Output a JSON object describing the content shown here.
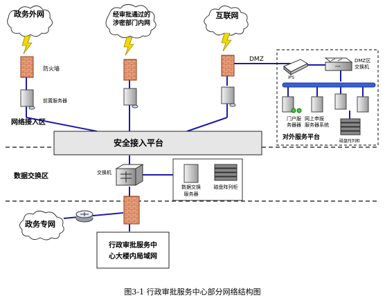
{
  "clouds": {
    "gov_extranet": "政务外网",
    "secret_internal": [
      "经审批通过的",
      "涉密部门内网"
    ],
    "internet": "互联网",
    "gov_private": "政务专网"
  },
  "labels": {
    "firewall": "防火墙",
    "front_server": "前置服务器",
    "network_access_zone": "网络接入区",
    "security_platform": "安全接入平台",
    "data_exchange_zone": "数据交换区",
    "switch": "交换机",
    "data_exchange_server": [
      "数据交换",
      "服务器"
    ],
    "disk_array": "磁盘阵列柜",
    "dmz": "DMZ",
    "ips": "IPS",
    "dmz_switch": [
      "DMZ区",
      "交换机"
    ],
    "portal_server": [
      "门户服",
      "务器器"
    ],
    "online_declare": [
      "网上申报",
      "服务器系统"
    ],
    "external_platform": "对外服务平台",
    "disk_array_2": "磁盘阵列柜",
    "lan_box": [
      "行政审批服务中",
      "心大楼内局域网"
    ],
    "caption": "图3-1  行政审批服务中心部分网络结构图"
  },
  "colors": {
    "link": "#1a1aa8",
    "firewall": "#c8643c",
    "brick": "#e8a27e",
    "platform": "#e6e6e6",
    "lightning": "#f0d800"
  }
}
